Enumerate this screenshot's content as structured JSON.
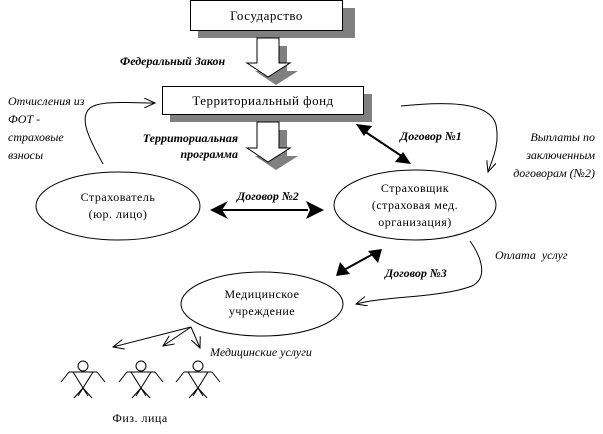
{
  "nodes": {
    "state": "Государство",
    "territorial_fund": "Территориальный фонд",
    "policyholder": [
      "Страхователь",
      "(юр. лицо)"
    ],
    "insurer": [
      "Страховщик",
      "(страховая мед.",
      "организация)"
    ],
    "medical_institution": [
      "Медицинское",
      "учреждение"
    ],
    "individuals": "Физ. лица"
  },
  "labels": {
    "federal_law": "Федеральный Закон",
    "territorial_program": [
      "Территориальная",
      "программа"
    ],
    "contract_1": "Договор №1",
    "contract_2": "Договор №2",
    "contract_3": "Договор №3",
    "deductions": [
      "Отчисления из",
      "ФОТ -",
      "страховые",
      "взносы"
    ],
    "payments": [
      "Выплаты по",
      "заключенным",
      "договорам (№2)"
    ],
    "service_payment": "Оплата  услуг",
    "medical_services": "Медицинские услуги"
  }
}
